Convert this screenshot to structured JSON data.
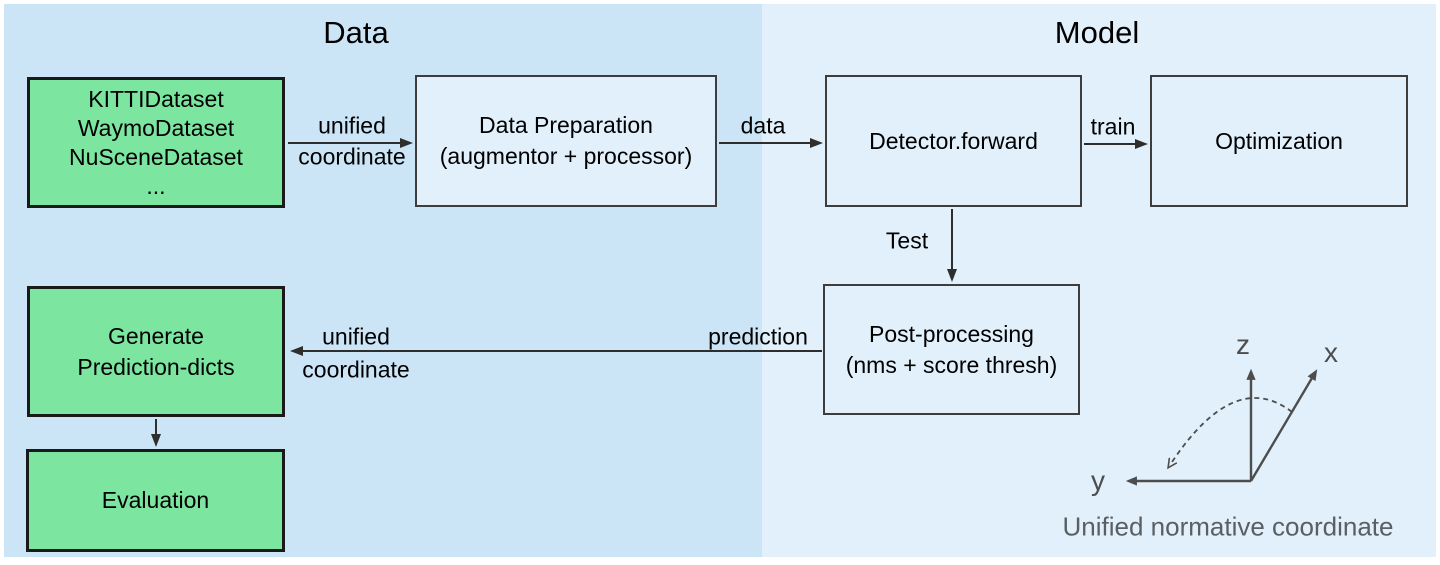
{
  "sections": {
    "data": {
      "title": "Data",
      "bg": "#cbe5f7"
    },
    "model": {
      "title": "Model",
      "bg": "#e1f0fa"
    }
  },
  "nodes": {
    "datasets": {
      "line1": "KITTIDataset",
      "line2": "WaymoDataset",
      "line3": "NuSceneDataset",
      "line4": "...",
      "fill": "#7ce6a0"
    },
    "data_preparation": {
      "line1": "Data Preparation",
      "line2": "(augmentor + processor)",
      "fill": "#e1f0fa"
    },
    "detector_forward": {
      "label": "Detector.forward",
      "fill": "#e1f0fa"
    },
    "optimization": {
      "label": "Optimization",
      "fill": "#e1f0fa"
    },
    "post_processing": {
      "line1": "Post-processing",
      "line2": "(nms + score thresh)",
      "fill": "#e1f0fa"
    },
    "generate_prediction_dicts": {
      "line1": "Generate",
      "line2": "Prediction-dicts",
      "fill": "#7ce6a0"
    },
    "evaluation": {
      "label": "Evaluation",
      "fill": "#7ce6a0"
    }
  },
  "edge_labels": {
    "datasets_to_preparation": {
      "line1": "unified",
      "line2": "coordinate"
    },
    "preparation_to_detector": {
      "label": "data"
    },
    "detector_to_optimization": {
      "label": "train"
    },
    "detector_to_postprocessing": {
      "label": "Test"
    },
    "postprocessing_to_generate": {
      "start_label": "prediction",
      "line1": "unified",
      "line2": "coordinate"
    }
  },
  "coordinate_diagram": {
    "z_label": "z",
    "x_label": "x",
    "y_label": "y",
    "caption": "Unified normative coordinate",
    "axis_color": "#4d4d4d"
  }
}
